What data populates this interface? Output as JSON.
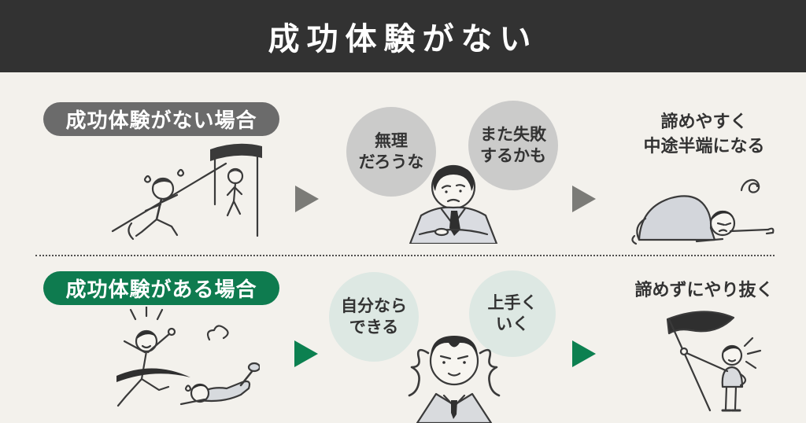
{
  "header": {
    "title": "成功体験がない"
  },
  "rows": [
    {
      "label": "成功体験がない場合",
      "bubble1": "無理\nだろうな",
      "bubble2": "また失敗\nするかも",
      "result": "諦めやすく\n中途半端になる"
    },
    {
      "label": "成功体験がある場合",
      "bubble1": "自分なら\nできる",
      "bubble2": "上手く\nいく",
      "result": "諦めずにやり抜く"
    }
  ],
  "colors": {
    "header_bg": "#323232",
    "body_bg": "#f3f1ec",
    "gray_pill": "#6b6b6b",
    "green_pill": "#0e7b4f",
    "gray_bubble": "#cbcbca",
    "mint_bubble": "#dde8e3",
    "gray_arrow": "#7b7b77",
    "green_arrow": "#0c8050",
    "text_dark": "#333333",
    "title_text": "#ffffff"
  }
}
